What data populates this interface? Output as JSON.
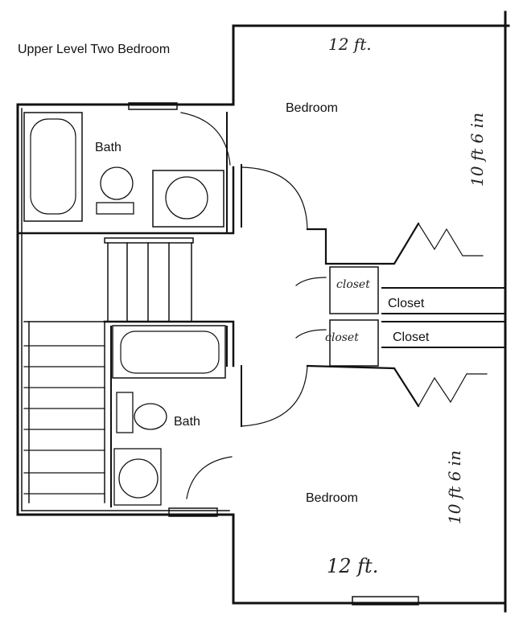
{
  "title": "Upper Level Two Bedroom",
  "rooms": {
    "bedroom_top": "Bedroom",
    "bedroom_bottom": "Bedroom",
    "bath_top": "Bath",
    "bath_bottom": "Bath",
    "closet_right_1": "Closet",
    "closet_right_2": "Closet",
    "closet_small_1": "closet",
    "closet_small_2": "closet"
  },
  "dimensions": {
    "top_width": "12 ft.",
    "top_depth": "10 ft 6 in",
    "bottom_width": "12 ft.",
    "bottom_depth": "10 ft 6 in"
  }
}
